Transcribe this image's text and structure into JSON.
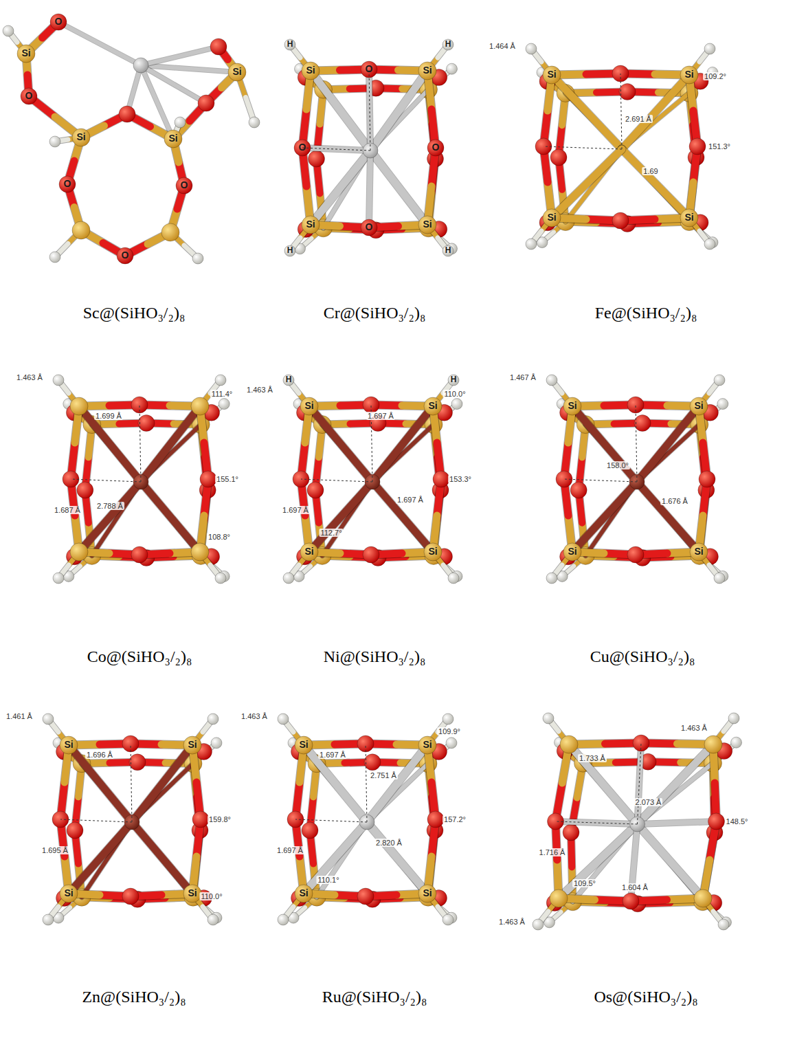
{
  "diagram": {
    "labels": [
      "Si",
      "O",
      "O",
      "Si",
      "Si",
      "O",
      "O",
      "O",
      "Si",
      "Sc@(SiHO₃/₂)₈",
      "H",
      "H",
      "Si",
      "O",
      "Si",
      "O",
      "O",
      "Si",
      "O",
      "Si",
      "H",
      "H",
      "Cr@(SiHO₃/₂)₈",
      "1.464 Å",
      "Si",
      "Si",
      "109.2°",
      "2.691 Å",
      "151.3°",
      "1.69",
      "Si",
      "Si",
      "Fe@(SiHO₃/₂)₈",
      "1.463 Å",
      "1.699 Å",
      "111.4°",
      "155.1°",
      "1.687 Å",
      "2.788 Å",
      "108.8°",
      "Co@(SiHO₃/₂)₈",
      "H",
      "H",
      "1.463 Å",
      "Si",
      "Si",
      "1.697 Å",
      "110.0°",
      "153.3°",
      "1.697 Å",
      "1.697 Å",
      "112.7°",
      "Si",
      "Si",
      "Ni@(SiHO₃/₂)₈",
      "1.467 Å",
      "Si",
      "Si",
      "158.0°",
      "1.676 Å",
      "Si",
      "Si",
      "Cu@(SiHO₃/₂)₈",
      "1.461 Å",
      "1.696 Å",
      "Si",
      "Si",
      "159.8°",
      "1.695 Å",
      "110.0°",
      "Si",
      "Si",
      "Zn@(SiHO₃/₂)₈",
      "1.463 Å",
      "1.697 Å",
      "Si",
      "Si",
      "109.9°",
      "2.751 Å",
      "157.2°",
      "1.697 Å",
      "2.820 Å",
      "110.1°",
      "Si",
      "Si",
      "Ru@(SiHO₃/₂)₈",
      "1.733 Å",
      "1.463 Å",
      "2.073 Å",
      "148.5°",
      "1.716 Å",
      "109.5°",
      "1.463 Å",
      "1.604 Å",
      "Os@(SiHO₃/₂)₈"
    ]
  }
}
